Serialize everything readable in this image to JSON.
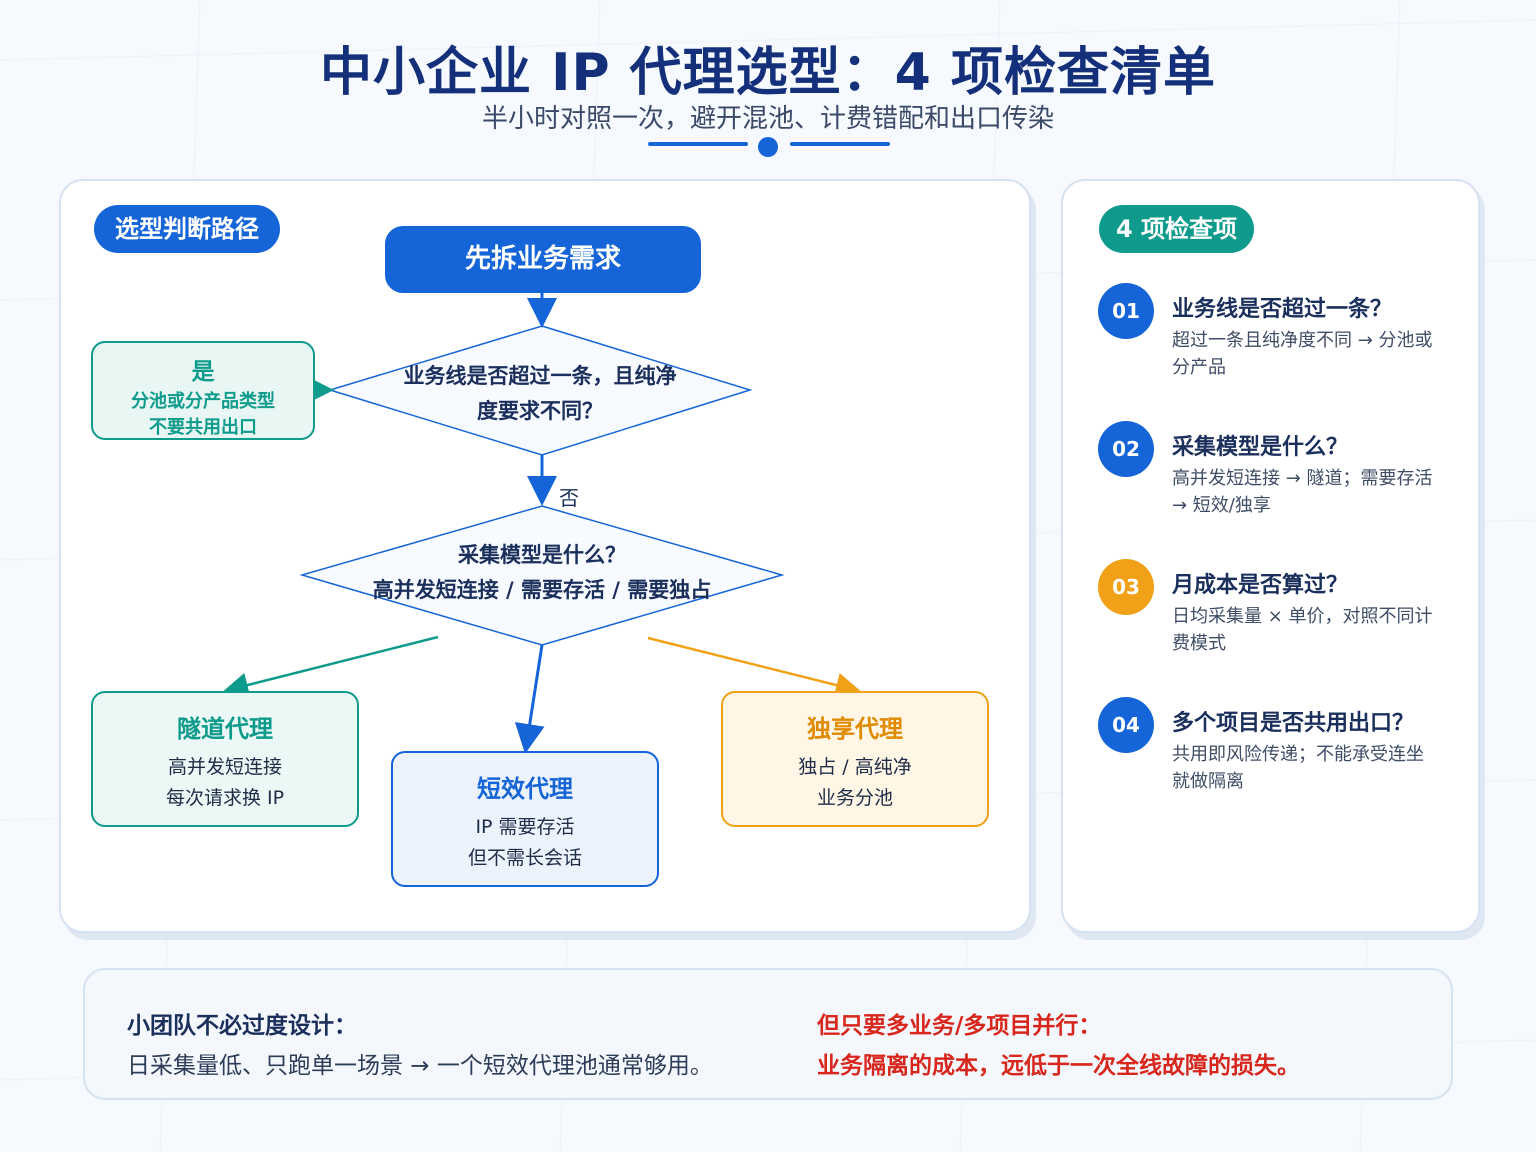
{
  "header": {
    "title": "中小企业 IP 代理选型：4 项检查清单",
    "subtitle": "半小时对照一次，避开混池、计费错配和出口传染"
  },
  "flow_panel": {
    "tag": "选型判断路径",
    "start": "先拆业务需求",
    "decision1": {
      "line1": "业务线是否超过一条，且纯净",
      "line2": "度要求不同？"
    },
    "yes_box": {
      "title": "是",
      "line1": "分池或分产品类型",
      "line2": "不要共用出口"
    },
    "no_label": "否",
    "decision2": {
      "line1": "采集模型是什么？",
      "line2": "高并发短连接 / 需要存活 / 需要独占"
    },
    "tunnel": {
      "title": "隧道代理",
      "line1": "高并发短连接",
      "line2": "每次请求换 IP"
    },
    "short": {
      "title": "短效代理",
      "line1": "IP 需要存活",
      "line2": "但不需长会话"
    },
    "dedicated": {
      "title": "独享代理",
      "line1": "独占 / 高纯净",
      "line2": "业务分池"
    }
  },
  "checklist": {
    "tag": "4 项检查项",
    "items": [
      {
        "num": "01",
        "title": "业务线是否超过一条？",
        "desc": "超过一条且纯净度不同 → 分池或分产品"
      },
      {
        "num": "02",
        "title": "采集模型是什么？",
        "desc": "高并发短连接 → 隧道；需要存活 → 短效/独享"
      },
      {
        "num": "03",
        "title": "月成本是否算过？",
        "desc": "日均采集量 × 单价，对照不同计费模式"
      },
      {
        "num": "04",
        "title": "多个项目是否共用出口？",
        "desc": "共用即风险传递；不能承受连坐就做隔离"
      }
    ]
  },
  "footer": {
    "left_title": "小团队不必过度设计：",
    "left_text": "日采集量低、只跑单一场景 → 一个短效代理池通常够用。",
    "right_title": "但只要多业务/多项目并行：",
    "right_text": "业务隔离的成本，远低于一次全线故障的损失。"
  },
  "colors": {
    "primary": "#1565d8",
    "teal": "#0e9b8c",
    "orange": "#f0a118",
    "navy": "#14307a",
    "red": "#d9261c"
  }
}
